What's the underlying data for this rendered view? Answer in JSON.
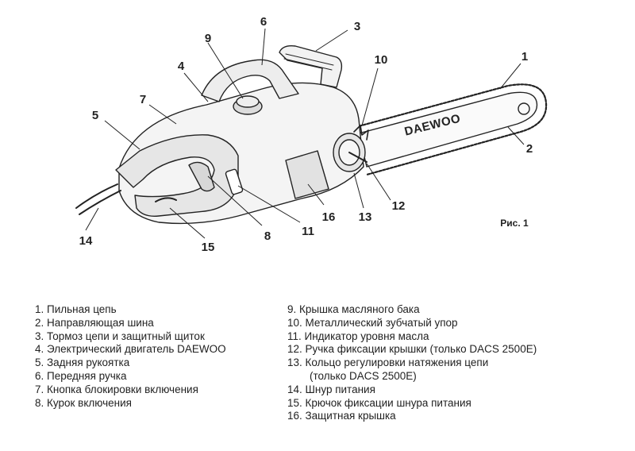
{
  "figure_caption": "Рис. 1",
  "bar_brand": "DAEWOO",
  "callouts": [
    {
      "id": "1",
      "label": "1"
    },
    {
      "id": "2",
      "label": "2"
    },
    {
      "id": "3",
      "label": "3"
    },
    {
      "id": "4",
      "label": "4"
    },
    {
      "id": "5",
      "label": "5"
    },
    {
      "id": "6",
      "label": "6"
    },
    {
      "id": "7",
      "label": "7"
    },
    {
      "id": "8",
      "label": "8"
    },
    {
      "id": "9",
      "label": "9"
    },
    {
      "id": "10",
      "label": "10"
    },
    {
      "id": "11",
      "label": "11"
    },
    {
      "id": "12",
      "label": "12"
    },
    {
      "id": "13",
      "label": "13"
    },
    {
      "id": "14",
      "label": "14"
    },
    {
      "id": "15",
      "label": "15"
    },
    {
      "id": "16",
      "label": "16"
    }
  ],
  "legend_left": [
    "1. Пильная цепь",
    "2. Направляющая шина",
    "3. Тормоз цепи и защитный щиток",
    "4. Электрический двигатель DAEWOO",
    "5. Задняя рукоятка",
    "6. Передняя ручка",
    "7. Кнопка блокировки включения",
    "8. Курок включения"
  ],
  "legend_right": [
    "9.   Крышка масляного бака",
    "10.  Металлический зубчатый упор",
    "11.  Индикатор уровня масла",
    "12.  Ручка фиксации крышки (только DACS 2500E)",
    "13.  Кольцо регулировки натяжения цепи",
    "(только DACS 2500E)",
    "14.  Шнур питания",
    "15.  Крючок фиксации шнура питания",
    "16.  Защитная крышка"
  ]
}
